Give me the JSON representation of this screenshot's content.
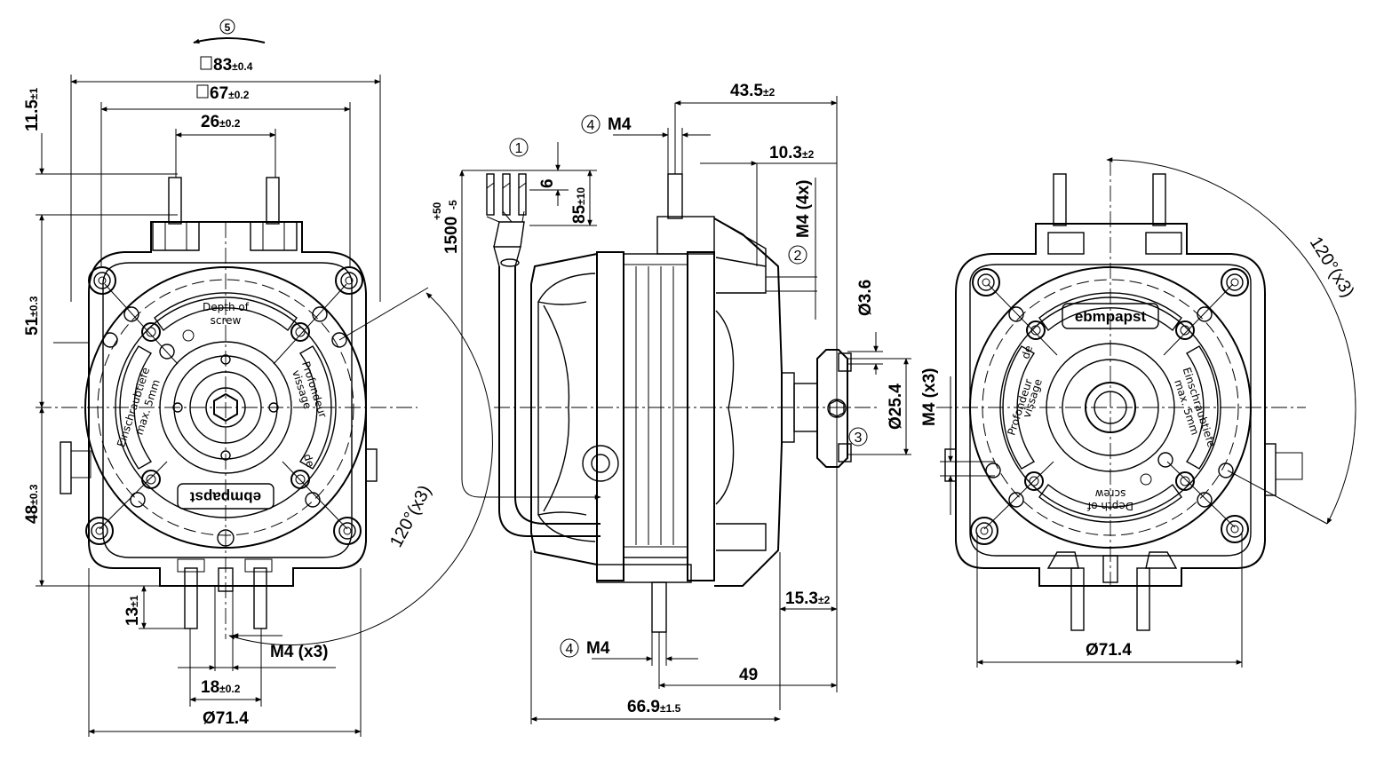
{
  "brand": {
    "logo_text": "ebmpapst"
  },
  "front_view": {
    "rotation_marker": "5",
    "width_outer": {
      "value": "83",
      "tol": "±0.4"
    },
    "width_inner": {
      "value": "67",
      "tol": "±0.2"
    },
    "terminal_spacing": {
      "value": "26",
      "tol": "±0.2"
    },
    "top_offset": {
      "value": "11.5",
      "tol": "±1"
    },
    "upper_height": {
      "value": "51",
      "tol": "±0.3"
    },
    "lower_height": {
      "value": "48",
      "tol": "±0.3"
    },
    "stud_length": {
      "value": "13",
      "tol": "±1"
    },
    "mount_thread": "M4 (x3)",
    "mount_spacing": {
      "value": "18",
      "tol": "±0.2"
    },
    "pitch_diameter": "Ø71.4",
    "angle": "120°(x3)",
    "engraving_top": [
      "Depth of",
      "screw"
    ],
    "engraving_left": [
      "Einschraubtiefe",
      "max. 5mm"
    ],
    "engraving_right": [
      "Profondeur",
      "vissage",
      "de"
    ]
  },
  "side_view": {
    "callout_1": "1",
    "callout_2": "2",
    "callout_3": "3",
    "callout_4_top": "4",
    "callout_4_bottom": "4",
    "thread_top": "M4",
    "thread_bottom": "M4",
    "lead_length": {
      "value": "1500",
      "tol_plus": "+50",
      "tol_minus": "-5"
    },
    "strip_length": "6",
    "wire_length": {
      "value": "85",
      "tol": "±10"
    },
    "stud_offset": {
      "value": "43.5",
      "tol": "±2"
    },
    "flange_offset": {
      "value": "10.3",
      "tol": "±2"
    },
    "screw_thread": "M4 (4x)",
    "hole_dia": "Ø3.6",
    "hub_dia": "Ø25.4",
    "hub_thread": "M4 (x3)",
    "shaft_length": {
      "value": "15.3",
      "tol": "±2"
    },
    "stud_to_end": "49",
    "overall_length": {
      "value": "66.9",
      "tol": "±1.5"
    }
  },
  "rear_view": {
    "angle": "120°(x3)",
    "pitch_diameter": "Ø71.4",
    "engraving_top": [
      "Profondeur",
      "vissage",
      "de"
    ],
    "engraving_right": [
      "Einschraubtiefe",
      "max. 5mm"
    ],
    "engraving_bottom": [
      "Depth of",
      "screw"
    ]
  }
}
